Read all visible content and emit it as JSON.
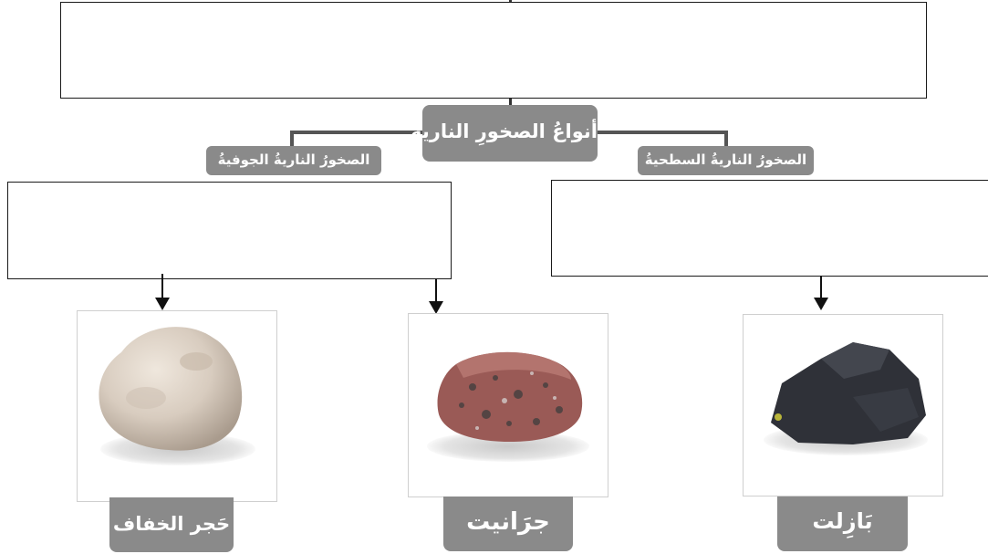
{
  "diagram": {
    "root_label": "أنواعُ الصخورِ النارية",
    "branches": [
      {
        "label": "الصخورُ الناريةُ الجوفيةُ"
      },
      {
        "label": "الصخورُ الناريةُ السطحيةُ"
      }
    ],
    "rocks": [
      {
        "name": "حَجر الخفاف",
        "icon": "pumice-rock-photo"
      },
      {
        "name": "جرَانيت",
        "icon": "granite-rock-photo"
      },
      {
        "name": "بَازِلت",
        "icon": "basalt-rock-photo"
      }
    ]
  }
}
